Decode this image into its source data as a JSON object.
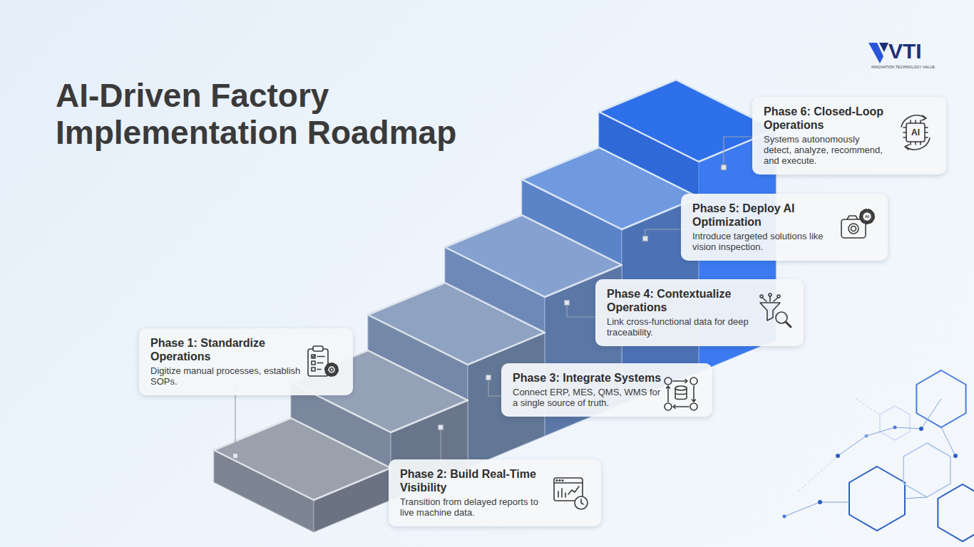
{
  "diagram": {
    "title": "AI-Driven Factory Implementation Roadmap",
    "nodes": [
      {
        "text": [
          "Phase 1: Standardize Operations",
          "Digitize manual processes, establish SOPs."
        ]
      },
      {
        "text": [
          "Phase 2: Build Real-Time Visibility",
          "Transition from delayed reports to live machine data."
        ]
      },
      {
        "text": [
          "Phase 3: Integrate Systems",
          "Connect ERP, MES, QMS, WMS for a single source of truth."
        ]
      },
      {
        "text": [
          "Phase 4: Contextualize Operations",
          "Link cross-functional data for deep traceability."
        ]
      },
      {
        "text": [
          "Phase 5: Deploy AI Optimization",
          "Introduce targeted solutions like vision inspection."
        ]
      },
      {
        "text": [
          "Phase 6: Closed-Loop Operations",
          "Systems autonomously detect, analyze, recommend, and execute."
        ]
      }
    ],
    "labels": [
      "VTI",
      "INNOVATION TECHNOLOGY VALUE",
      "AI",
      "AI"
    ]
  }
}
